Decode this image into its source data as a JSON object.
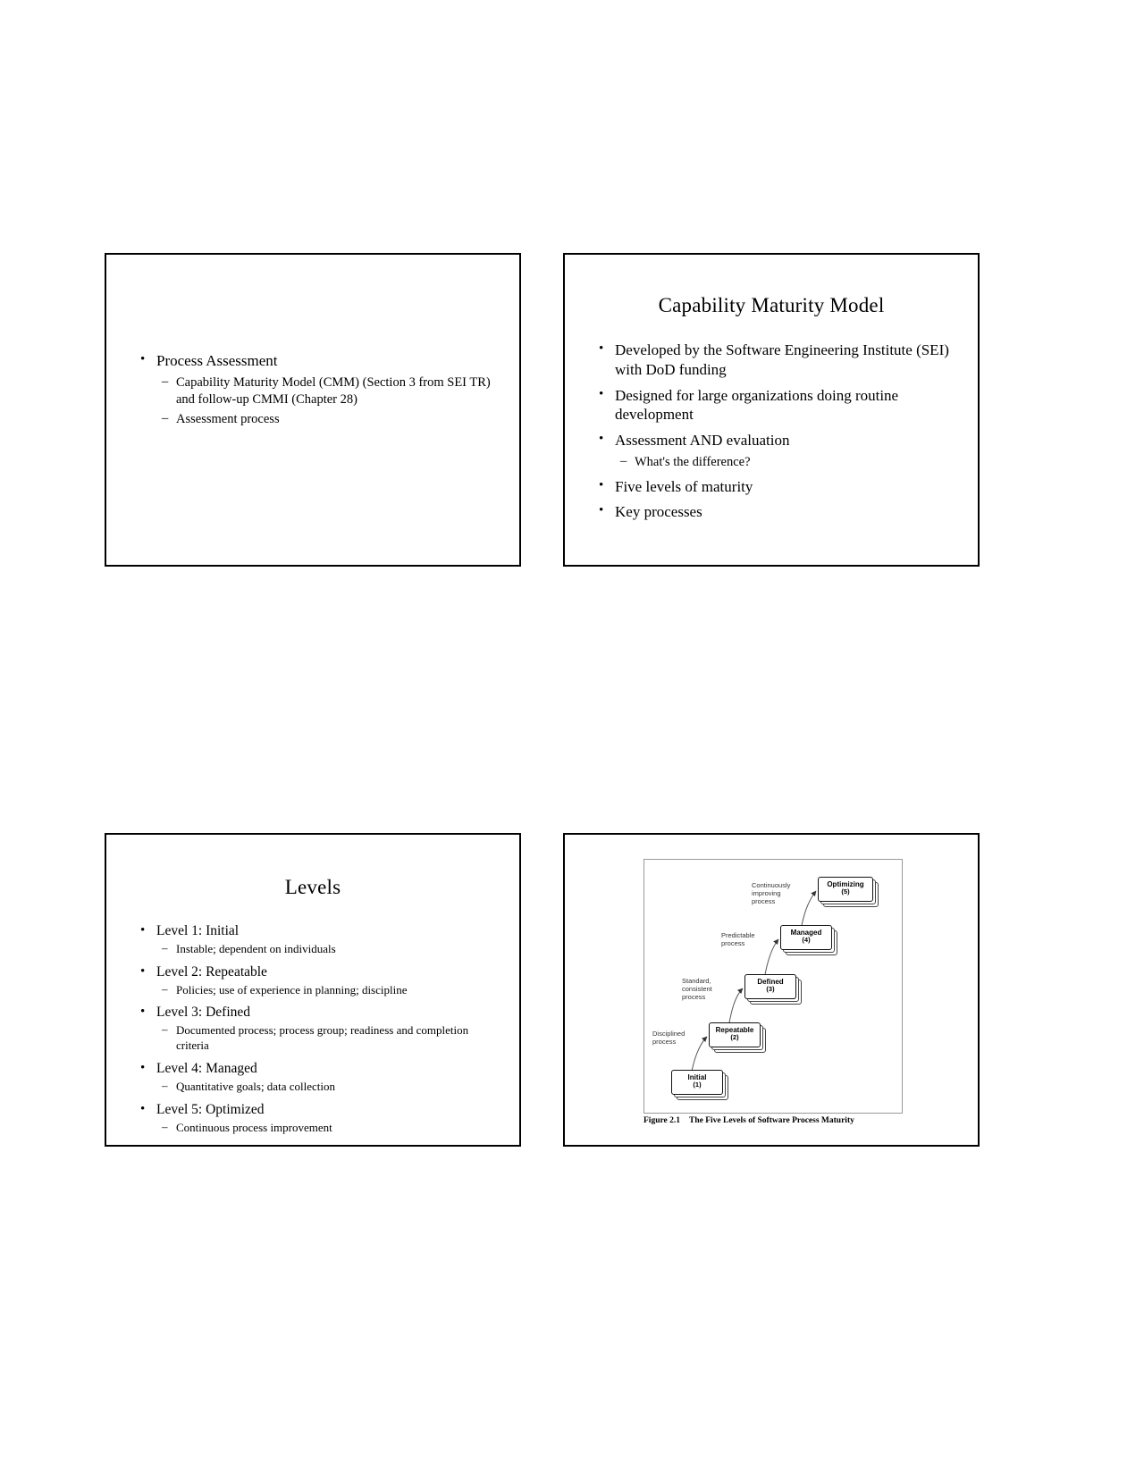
{
  "slides": [
    {
      "name": "process-assessment",
      "bullets": [
        {
          "text": "Process Assessment",
          "subs": [
            "Capability Maturity Model (CMM) (Section 3 from SEI TR) and follow-up CMMI (Chapter 28)",
            "Assessment process"
          ]
        }
      ]
    },
    {
      "name": "capability-maturity-model",
      "title": "Capability Maturity Model",
      "bullets": [
        {
          "text": "Developed by the Software Engineering Institute (SEI) with DoD funding",
          "subs": []
        },
        {
          "text": "Designed for large organizations doing routine development",
          "subs": []
        },
        {
          "text": "Assessment AND evaluation",
          "subs": [
            "What's the difference?"
          ]
        },
        {
          "text": "Five levels of maturity",
          "subs": []
        },
        {
          "text": "Key processes",
          "subs": []
        }
      ]
    },
    {
      "name": "levels",
      "title": "Levels",
      "bullets": [
        {
          "text": "Level 1: Initial",
          "subs": [
            "Instable; dependent on individuals"
          ]
        },
        {
          "text": "Level 2: Repeatable",
          "subs": [
            "Policies; use of experience in planning; discipline"
          ]
        },
        {
          "text": "Level 3: Defined",
          "subs": [
            "Documented process; process group; readiness and completion criteria"
          ]
        },
        {
          "text": "Level 4: Managed",
          "subs": [
            "Quantitative goals; data collection"
          ]
        },
        {
          "text": "Level 5: Optimized",
          "subs": [
            "Continuous process improvement"
          ]
        }
      ]
    },
    {
      "name": "five-levels-figure",
      "figure": {
        "levels": [
          {
            "name": "Initial",
            "number": "(1)"
          },
          {
            "name": "Repeatable",
            "number": "(2)"
          },
          {
            "name": "Defined",
            "number": "(3)"
          },
          {
            "name": "Managed",
            "number": "(4)"
          },
          {
            "name": "Optimizing",
            "number": "(5)"
          }
        ],
        "arrow_labels": [
          "Disciplined process",
          "Standard, consistent process",
          "Predictable process",
          "Continuously improving process"
        ],
        "caption_label": "Figure 2.1",
        "caption_text": "The Five Levels of Software Process Maturity"
      }
    }
  ]
}
